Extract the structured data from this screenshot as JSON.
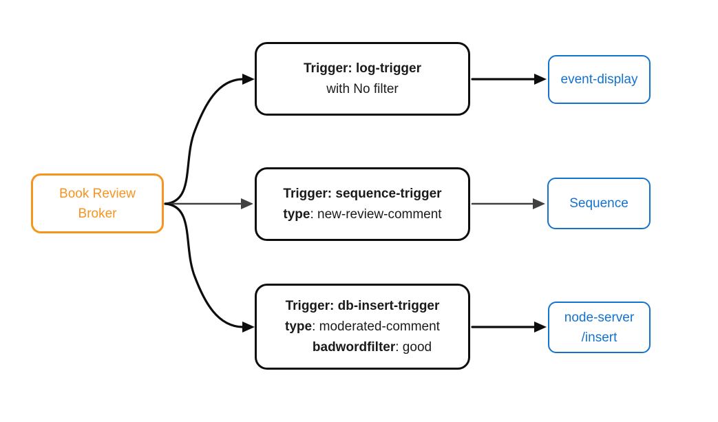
{
  "diagram": {
    "type": "flow-diagram",
    "colors": {
      "background": "#ffffff",
      "broker_orange": "#f5941e",
      "service_blue": "#1372ce",
      "node_black": "#0d0d0d",
      "arrow_black": "#0d0d0d",
      "arrow_gray": "#404040",
      "text_dark": "#1a1a1a"
    },
    "broker": {
      "lines": [
        "Book Review",
        "Broker"
      ]
    },
    "rows": [
      {
        "trigger": {
          "lines": [
            {
              "bold": "Trigger: log-trigger",
              "rest": ""
            },
            {
              "bold": "",
              "rest": "with No filter"
            }
          ]
        },
        "target": {
          "lines": [
            "event-display"
          ]
        }
      },
      {
        "trigger": {
          "lines": [
            {
              "bold": "Trigger: sequence-trigger",
              "rest": ""
            },
            {
              "bold": "type",
              "rest": ": new-review-comment"
            }
          ]
        },
        "target": {
          "lines": [
            "Sequence"
          ]
        }
      },
      {
        "trigger": {
          "lines": [
            {
              "bold": "Trigger: db-insert-trigger",
              "rest": ""
            },
            {
              "bold": "type",
              "rest": ": moderated-comment"
            },
            {
              "bold": "badwordfilter",
              "rest": ": good"
            }
          ]
        },
        "target": {
          "lines": [
            "node-server",
            "/insert"
          ]
        }
      }
    ]
  }
}
